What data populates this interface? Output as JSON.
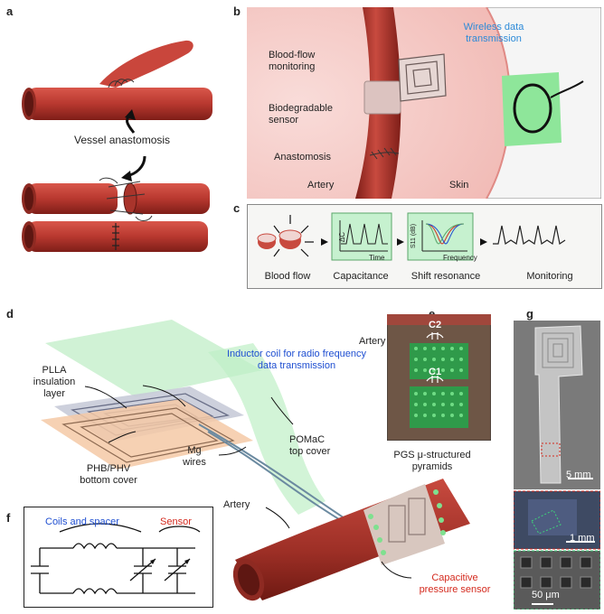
{
  "panels": {
    "a": {
      "letter": "a",
      "vessel_label": "Vessel anastomosis"
    },
    "b": {
      "letter": "b",
      "blood_flow": "Blood-flow\nmonitoring",
      "sensor": "Biodegradable\nsensor",
      "anastomosis": "Anastomosis",
      "artery": "Artery",
      "skin": "Skin",
      "wireless": "Wireless data\ntransmission"
    },
    "c": {
      "letter": "c",
      "steps": [
        "Blood flow",
        "Capacitance",
        "Shift resonance",
        "Monitoring"
      ],
      "cap_ylabel": "ΔC",
      "cap_xlabel": "Time",
      "shift_ylabel": "S11 (dB)",
      "shift_xlabel": "Frequency"
    },
    "d": {
      "letter": "d",
      "inductor": "Inductor coil for radio frequency\ndata transmission",
      "plla": "PLLA\ninsulation\nlayer",
      "pomac": "POMaC\ntop cover",
      "mg": "Mg\nwires",
      "phb": "PHB/PHV\nbottom cover",
      "artery": "Artery",
      "capacitive": "Capacitive\npressure sensor"
    },
    "e": {
      "letter": "e",
      "artery": "Artery",
      "c2": "C2",
      "c1": "C1",
      "pgs": "PGS μ-structured\npyramids"
    },
    "f": {
      "letter": "f",
      "coils": "Coils and spacer",
      "sensor": "Sensor"
    },
    "g": {
      "letter": "g",
      "scale1": "5 mm",
      "scale2": "1 mm",
      "scale3": "50 μm"
    }
  },
  "colors": {
    "artery": "#b8382f",
    "skin_pink": "#f4c7c4",
    "green": "#8ee69a",
    "blue_text": "#1f4fd1",
    "red_text": "#d42a1e",
    "wireless_blue": "#2c8ad8"
  }
}
